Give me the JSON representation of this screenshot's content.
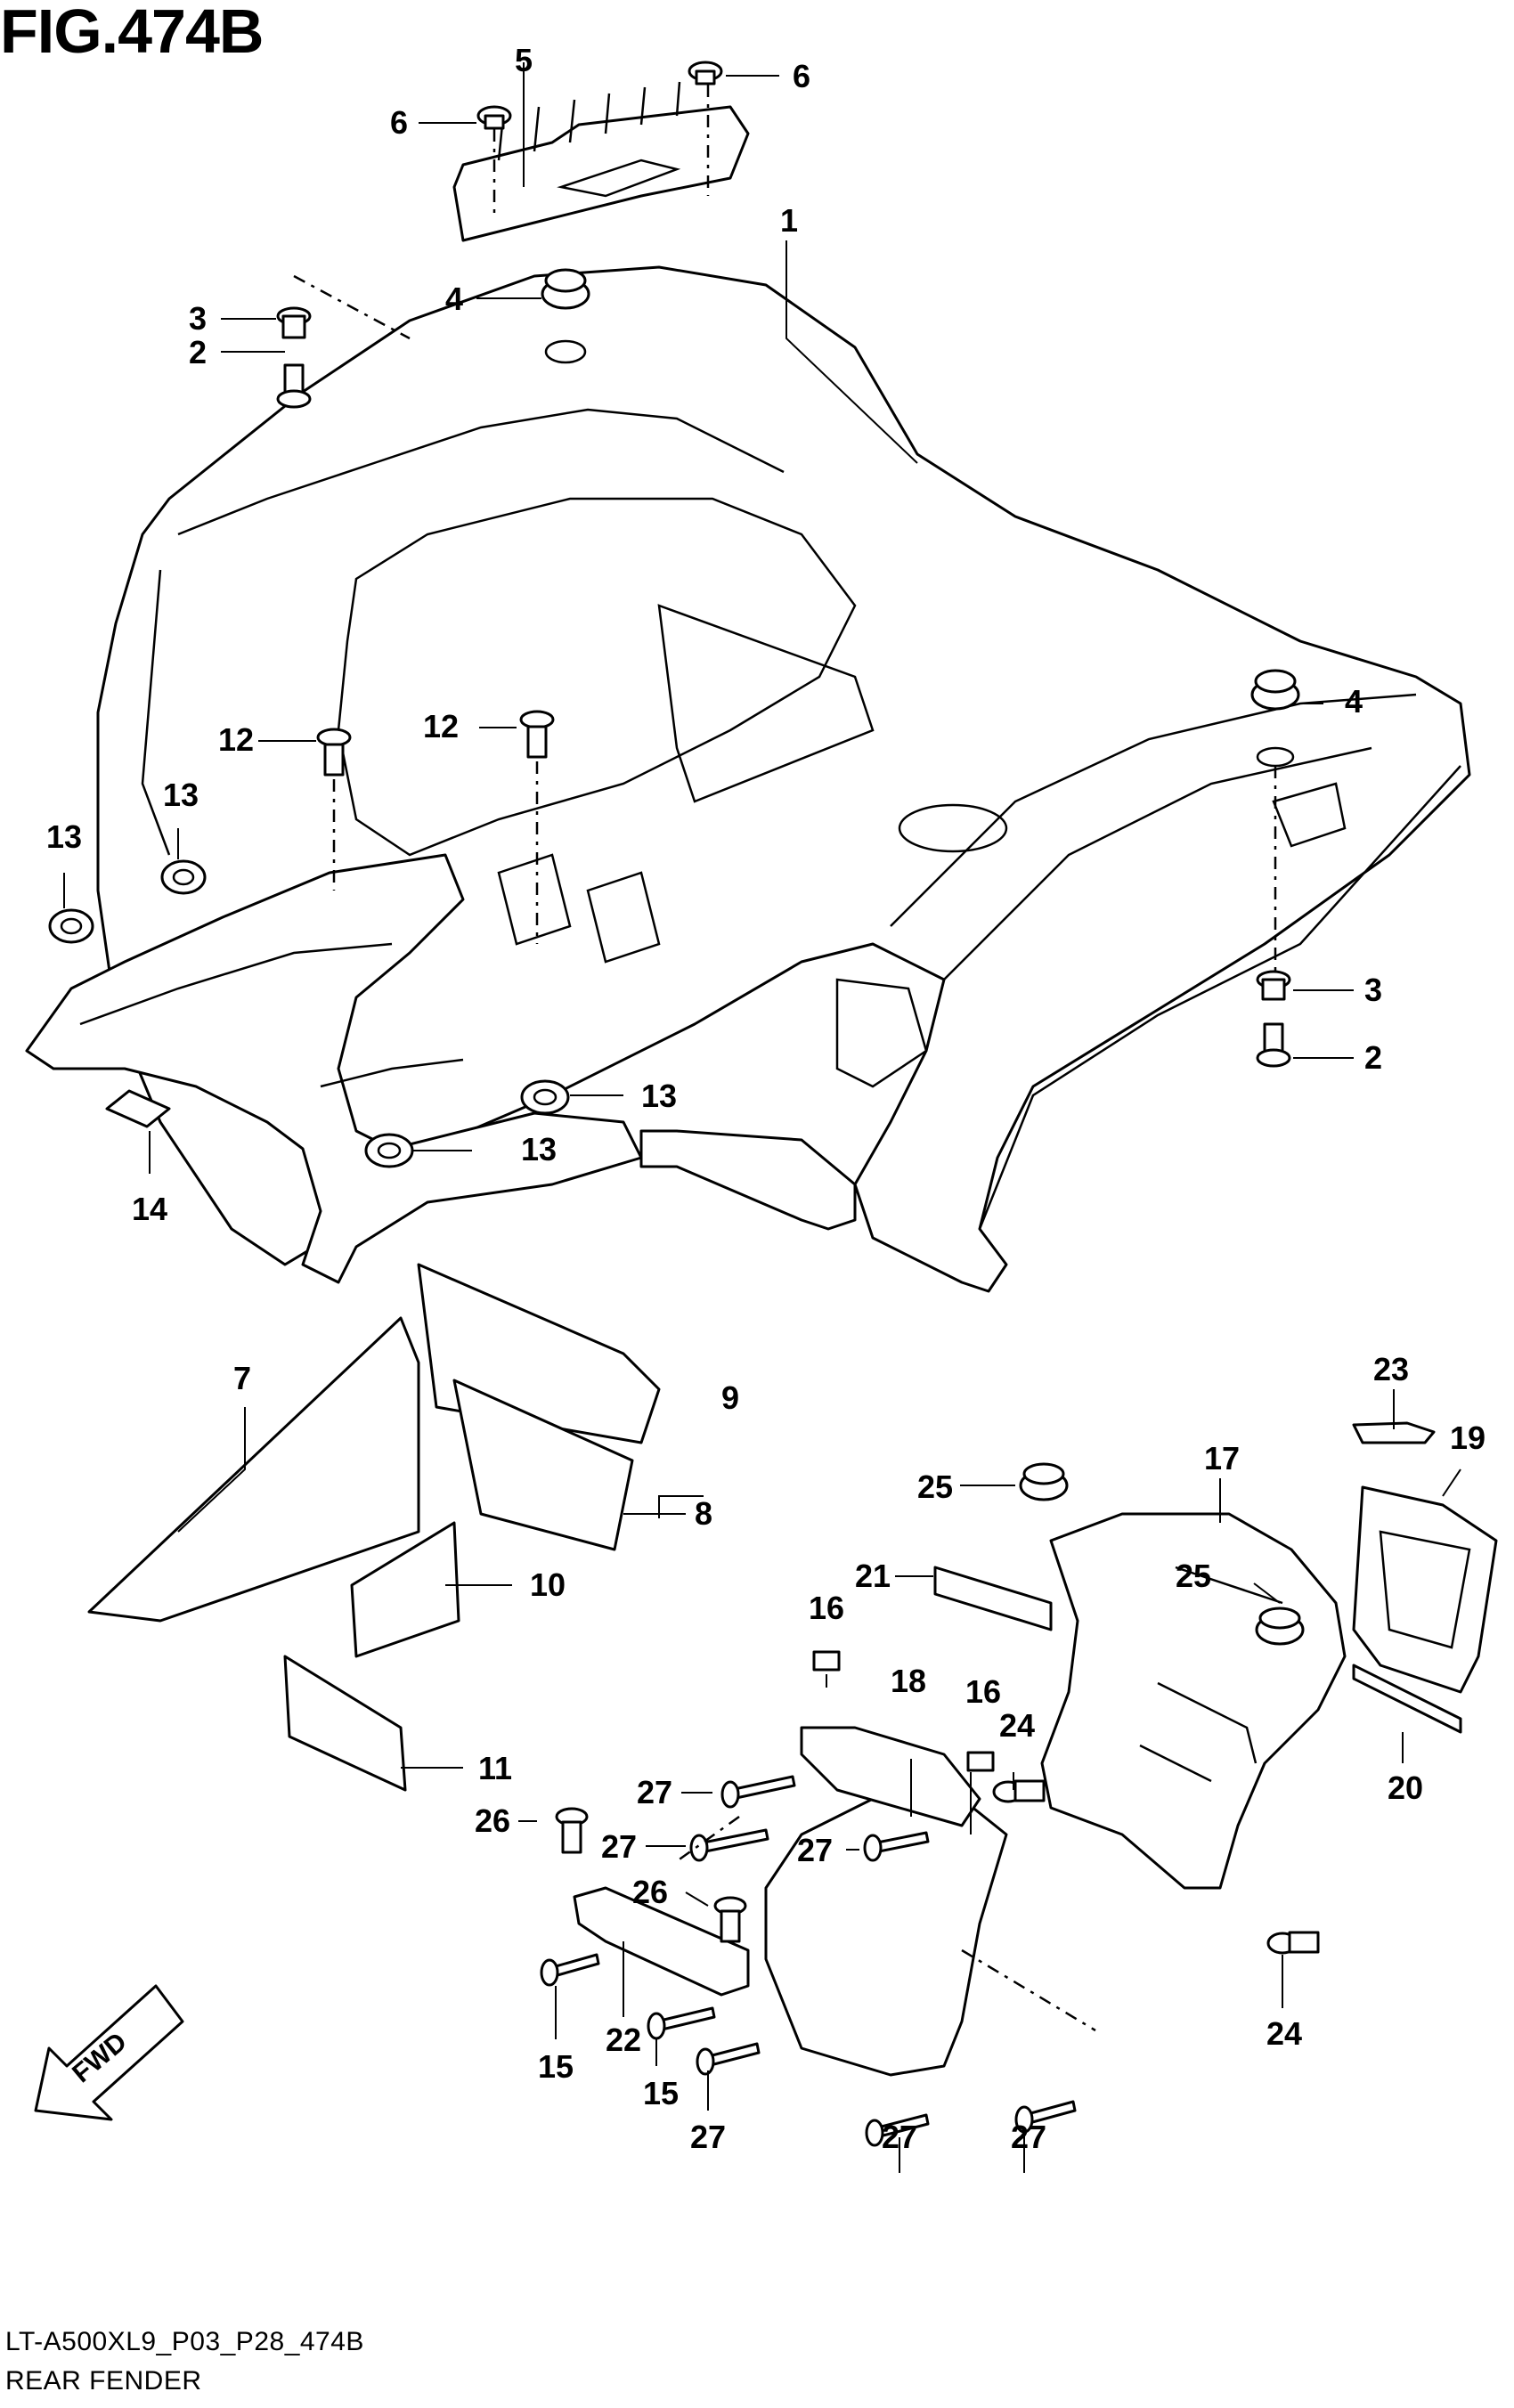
{
  "figure": {
    "title": "FIG.474B",
    "code": "LT-A500XL9_P03_P28_474B",
    "name": "REAR FENDER",
    "direction_label": "FWD"
  },
  "callouts": [
    {
      "id": "c1",
      "label": "1"
    },
    {
      "id": "c2a",
      "label": "2"
    },
    {
      "id": "c2b",
      "label": "2"
    },
    {
      "id": "c3a",
      "label": "3"
    },
    {
      "id": "c3b",
      "label": "3"
    },
    {
      "id": "c4a",
      "label": "4"
    },
    {
      "id": "c4b",
      "label": "4"
    },
    {
      "id": "c5",
      "label": "5"
    },
    {
      "id": "c6a",
      "label": "6"
    },
    {
      "id": "c6b",
      "label": "6"
    },
    {
      "id": "c7",
      "label": "7"
    },
    {
      "id": "c8",
      "label": "8"
    },
    {
      "id": "c9",
      "label": "9"
    },
    {
      "id": "c10",
      "label": "10"
    },
    {
      "id": "c11",
      "label": "11"
    },
    {
      "id": "c12a",
      "label": "12"
    },
    {
      "id": "c12b",
      "label": "12"
    },
    {
      "id": "c13a",
      "label": "13"
    },
    {
      "id": "c13b",
      "label": "13"
    },
    {
      "id": "c13c",
      "label": "13"
    },
    {
      "id": "c13d",
      "label": "13"
    },
    {
      "id": "c14",
      "label": "14"
    },
    {
      "id": "c15a",
      "label": "15"
    },
    {
      "id": "c15b",
      "label": "15"
    },
    {
      "id": "c16a",
      "label": "16"
    },
    {
      "id": "c16b",
      "label": "16"
    },
    {
      "id": "c17",
      "label": "17"
    },
    {
      "id": "c18",
      "label": "18"
    },
    {
      "id": "c19",
      "label": "19"
    },
    {
      "id": "c20",
      "label": "20"
    },
    {
      "id": "c21",
      "label": "21"
    },
    {
      "id": "c22",
      "label": "22"
    },
    {
      "id": "c23",
      "label": "23"
    },
    {
      "id": "c24a",
      "label": "24"
    },
    {
      "id": "c24b",
      "label": "24"
    },
    {
      "id": "c25a",
      "label": "25"
    },
    {
      "id": "c25b",
      "label": "25"
    },
    {
      "id": "c26a",
      "label": "26"
    },
    {
      "id": "c26b",
      "label": "26"
    },
    {
      "id": "c27a",
      "label": "27"
    },
    {
      "id": "c27b",
      "label": "27"
    },
    {
      "id": "c27c",
      "label": "27"
    },
    {
      "id": "c27d",
      "label": "27"
    },
    {
      "id": "c27e",
      "label": "27"
    },
    {
      "id": "c27f",
      "label": "27"
    }
  ]
}
